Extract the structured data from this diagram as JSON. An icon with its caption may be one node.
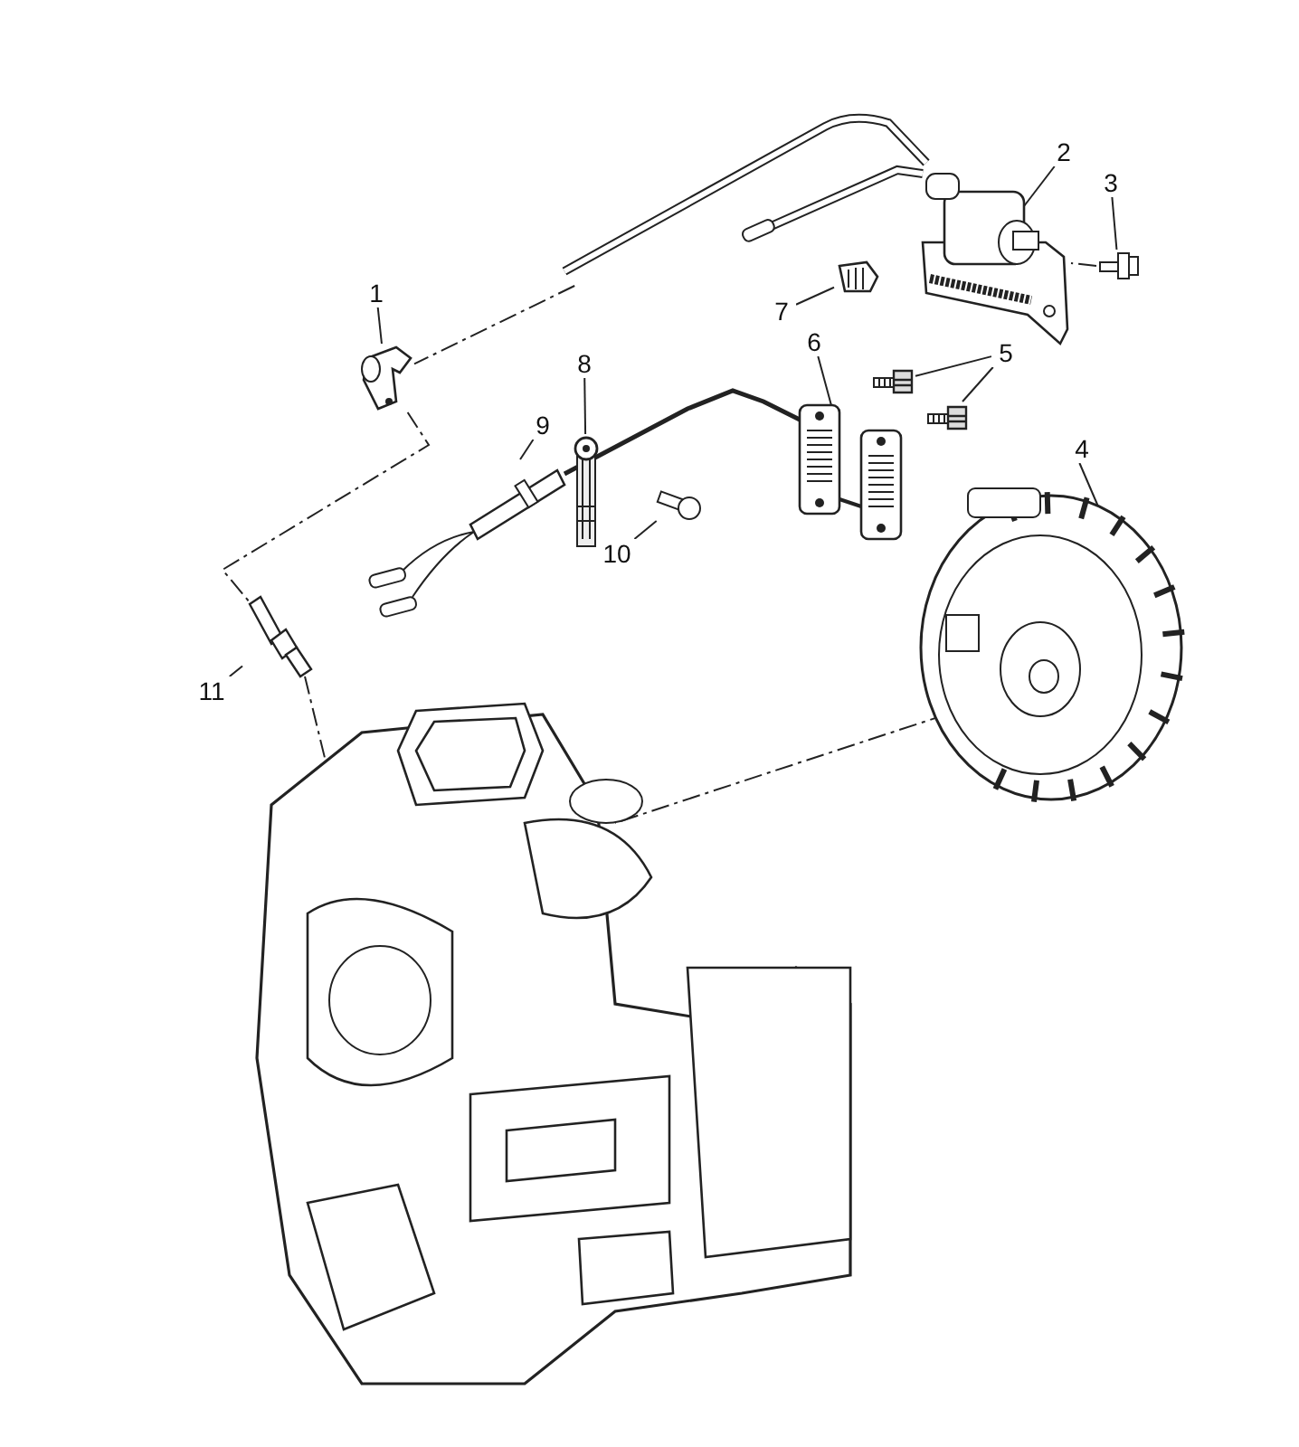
{
  "diagram": {
    "nodes": [
      {
        "text": [
          "1"
        ]
      },
      {
        "text": [],
        "shape": "picture"
      },
      {
        "text": [
          "2"
        ]
      },
      {
        "text": [],
        "shape": "picture"
      },
      {
        "text": [
          "3"
        ]
      },
      {
        "text": [],
        "shape": "picture"
      },
      {
        "text": [
          "7"
        ]
      },
      {
        "text": [],
        "shape": "picture"
      },
      {
        "text": [
          "6"
        ]
      },
      {
        "text": [],
        "shape": "picture"
      },
      {
        "text": [
          "5"
        ]
      },
      {
        "text": [],
        "shape": "picture"
      },
      {
        "text": [],
        "shape": "picture"
      },
      {
        "text": [
          "4"
        ]
      },
      {
        "text": [],
        "shape": "picture"
      },
      {
        "text": [
          "8"
        ]
      },
      {
        "text": [],
        "shape": "picture"
      },
      {
        "text": [
          "9"
        ]
      },
      {
        "text": [],
        "shape": "picture"
      },
      {
        "text": [
          "10"
        ]
      },
      {
        "text": [],
        "shape": "picture"
      },
      {
        "text": [
          "11"
        ]
      },
      {
        "text": [],
        "shape": "picture"
      },
      {
        "text": [],
        "shape": "picture"
      },
      {
        "text": [],
        "shape": "picture"
      }
    ],
    "edges": [
      {
        "from": 0,
        "to": 1,
        "arrow": "none"
      },
      {
        "from": 2,
        "to": 3,
        "arrow": "none"
      },
      {
        "from": 4,
        "to": 5,
        "arrow": "none"
      },
      {
        "from": 6,
        "to": 7,
        "arrow": "none"
      },
      {
        "from": 8,
        "to": 9,
        "arrow": "none"
      },
      {
        "from": 10,
        "to": 11,
        "arrow": "none"
      },
      {
        "from": 10,
        "to": 12,
        "arrow": "none"
      },
      {
        "from": 13,
        "to": 14,
        "arrow": "none"
      },
      {
        "from": 15,
        "to": 16,
        "arrow": "none"
      },
      {
        "from": 17,
        "to": 18,
        "arrow": "none"
      },
      {
        "from": 19,
        "to": 20,
        "arrow": "none"
      },
      {
        "from": 21,
        "to": 22,
        "arrow": "none"
      },
      {
        "from": 24,
        "to": 1,
        "arrow": "none",
        "style": "dashed"
      },
      {
        "from": 1,
        "to": 22,
        "arrow": "none",
        "style": "dashed"
      },
      {
        "from": 22,
        "to": 23,
        "arrow": "none",
        "style": "dashed"
      },
      {
        "from": 14,
        "to": 23,
        "arrow": "none",
        "style": "dashed"
      },
      {
        "from": 5,
        "to": 3,
        "arrow": "none",
        "style": "dashed"
      },
      {
        "from": 18,
        "to": 9,
        "arrow": "none",
        "style": "thick"
      }
    ]
  }
}
